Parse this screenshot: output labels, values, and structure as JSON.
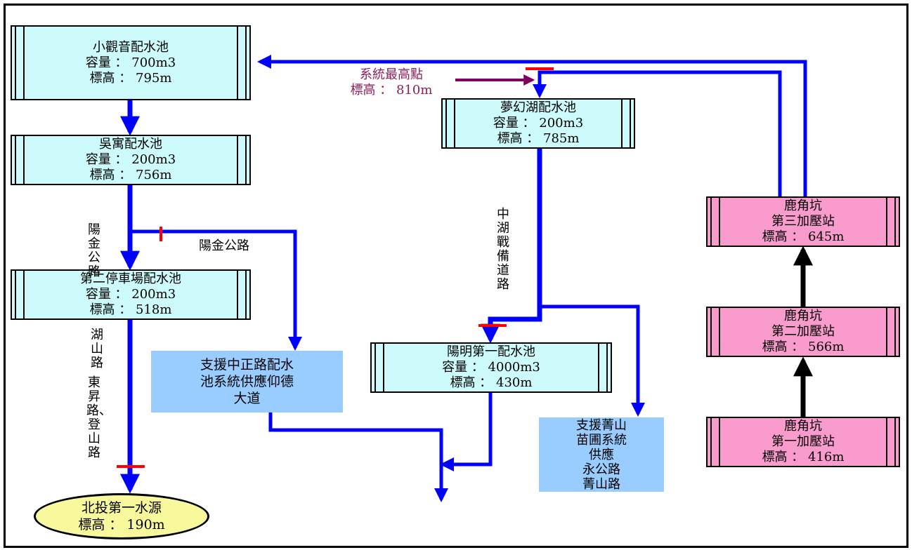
{
  "reservoirs": {
    "xiaoguanyin": {
      "name": "小觀音配水池",
      "capacity": "容量 ： 700m3",
      "elevation": "標高 ： 795m"
    },
    "wuyu": {
      "name": "吳寓配水池",
      "capacity": "容量 ： 200m3",
      "elevation": "標高 ： 756m"
    },
    "parking2": {
      "name": "第二停車場配水池",
      "capacity": "容量 ： 200m3",
      "elevation": "標高 ： 518m"
    },
    "menghuan": {
      "name": "夢幻湖配水池",
      "capacity": "容量 ： 200m3",
      "elevation": "標高 ： 785m"
    },
    "yangming1": {
      "name": "陽明第一配水池",
      "capacity": "容量 ： 4000m3",
      "elevation": "標高 ： 430m"
    }
  },
  "stations": {
    "s3": {
      "name1": "鹿角坑",
      "name2": "第三加壓站",
      "elevation": "標高 ： 645m"
    },
    "s2": {
      "name1": "鹿角坑",
      "name2": "第二加壓站",
      "elevation": "標高 ： 566m"
    },
    "s1": {
      "name1": "鹿角坑",
      "name2": "第一加壓站",
      "elevation": "標高 ： 416m"
    }
  },
  "peak": {
    "label": "系統最高點",
    "elevation": "標高 ： 810m"
  },
  "supports": {
    "zhongzheng": {
      "line1": "支援中正路配水",
      "line2": "池系統供應仰德",
      "line3": "大道"
    },
    "jingshan": {
      "line1": "支援菁山",
      "line2": "苗圃系統",
      "line3": "供應",
      "line4": "永公路",
      "line5": "菁山路"
    }
  },
  "source": {
    "name": "北投第一水源",
    "elevation": "標高 ： 190m"
  },
  "roads": {
    "yangjin_vertical": "陽金公路",
    "yangjin_horizontal": "陽金公路",
    "zhonghu": "中湖戰備道路",
    "hushan": "湖山路",
    "dongsheng": "東昇路、登山路"
  },
  "colors": {
    "pipe": "#0000ff",
    "valve": "#ff0000",
    "pump_arrow": "#000000",
    "peak_arrow": "#800060"
  }
}
